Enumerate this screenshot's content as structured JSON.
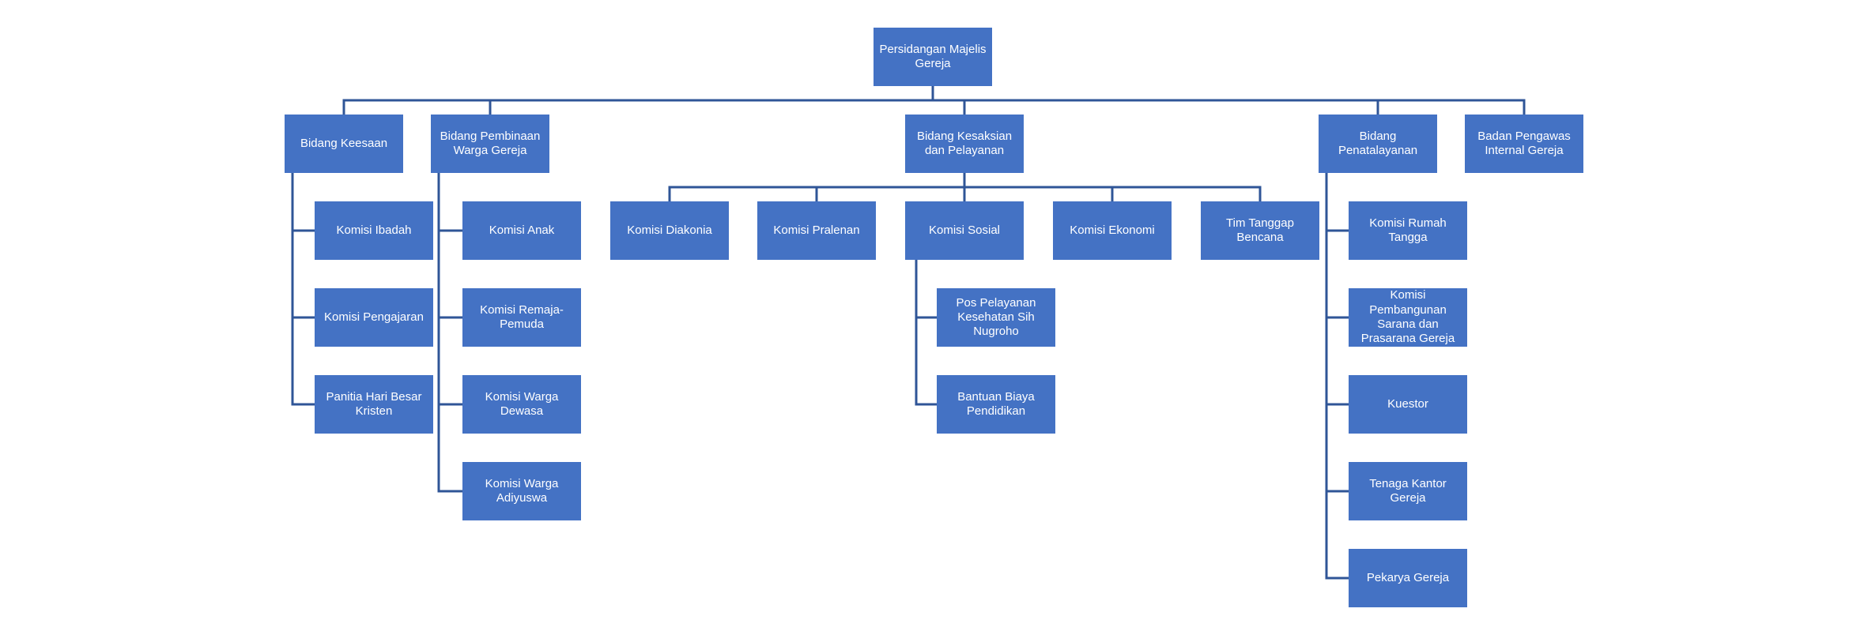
{
  "colors": {
    "box": "#4472C4",
    "line": "#2F5597",
    "background": "#FFFFFF"
  },
  "root": {
    "id": "root",
    "label": "Persidangan Majelis Gereja"
  },
  "bidang": [
    {
      "id": "keesaan",
      "label": "Bidang Keesaan",
      "layout": "vertical",
      "children": [
        {
          "id": "ibadah",
          "label": "Komisi Ibadah"
        },
        {
          "id": "pengajaran",
          "label": "Komisi Pengajaran"
        },
        {
          "id": "panitia-hbk",
          "label": "Panitia Hari Besar Kristen"
        }
      ]
    },
    {
      "id": "pembinaan",
      "label": "Bidang Pembinaan Warga Gereja",
      "layout": "vertical",
      "children": [
        {
          "id": "anak",
          "label": "Komisi Anak"
        },
        {
          "id": "remaja",
          "label": "Komisi Remaja-Pemuda"
        },
        {
          "id": "dewasa",
          "label": "Komisi Warga Dewasa"
        },
        {
          "id": "adiyuswa",
          "label": "Komisi Warga Adiyuswa"
        }
      ]
    },
    {
      "id": "kesaksian",
      "label": "Bidang Kesaksian dan Pelayanan",
      "layout": "horizontal",
      "children": [
        {
          "id": "diakonia",
          "label": "Komisi Diakonia"
        },
        {
          "id": "pralenan",
          "label": "Komisi Pralenan"
        },
        {
          "id": "sosial",
          "label": "Komisi Sosial",
          "children": [
            {
              "id": "pos-pelayanan",
              "label": "Pos Pelayanan Kesehatan Sih Nugroho"
            },
            {
              "id": "bantuan-biaya",
              "label": "Bantuan Biaya Pendidikan"
            }
          ]
        },
        {
          "id": "ekonomi",
          "label": "Komisi Ekonomi"
        },
        {
          "id": "tanggap-bencana",
          "label": "Tim Tanggap Bencana"
        }
      ]
    },
    {
      "id": "penatalayanan",
      "label": "Bidang Penatalayanan",
      "layout": "vertical",
      "children": [
        {
          "id": "rumah-tangga",
          "label": "Komisi Rumah Tangga"
        },
        {
          "id": "pembangunan",
          "label": "Komisi Pembangunan Sarana dan Prasarana Gereja"
        },
        {
          "id": "kuestor",
          "label": "Kuestor"
        },
        {
          "id": "tenaga-kantor",
          "label": "Tenaga Kantor Gereja"
        },
        {
          "id": "pekarya",
          "label": "Pekarya Gereja"
        }
      ]
    },
    {
      "id": "pengawas",
      "label": "Badan Pengawas Internal Gereja",
      "children": []
    }
  ]
}
